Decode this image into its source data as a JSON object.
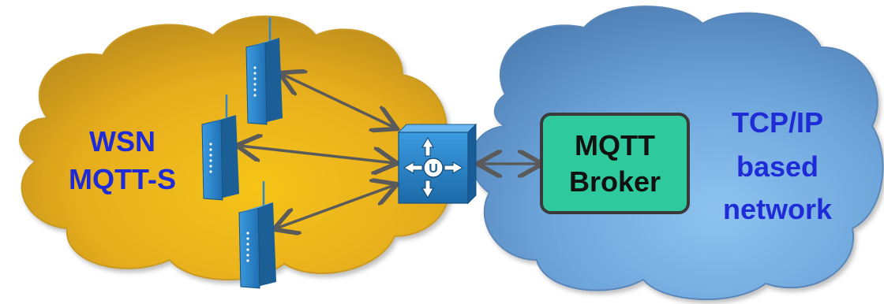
{
  "wsn_cloud": {
    "line1": "WSN",
    "line2": "MQTT-S"
  },
  "broker": {
    "line1": "MQTT",
    "line2": "Broker"
  },
  "ip_cloud": {
    "line1": "TCP/IP",
    "line2": "based",
    "line3": "network"
  },
  "router": {
    "glyph": "U"
  },
  "colors": {
    "wsn_cloud": "#e2a91f",
    "ip_cloud": "#6fa6d9",
    "broker_fill": "#2ec99c",
    "device_blue": "#2f86c9",
    "router_blue": "#2a86c8",
    "arrow": "#5a5a5a",
    "label_blue": "#1f2bd6"
  }
}
